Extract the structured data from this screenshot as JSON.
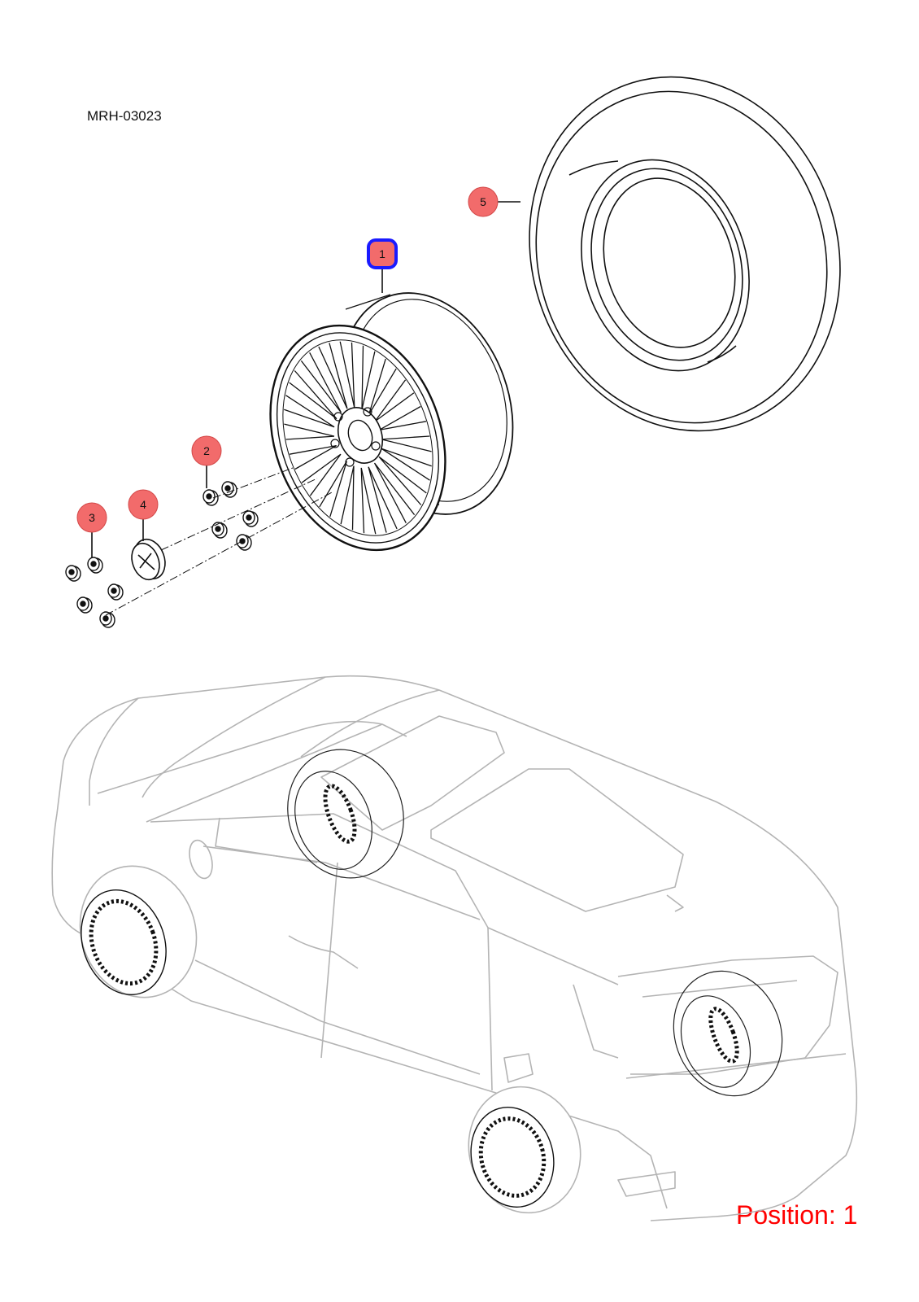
{
  "diagram": {
    "code": "MRH-03023",
    "position_label": "Position: 1"
  },
  "callouts": [
    {
      "number": "1",
      "selected": true
    },
    {
      "number": "2",
      "selected": false
    },
    {
      "number": "3",
      "selected": false
    },
    {
      "number": "4",
      "selected": false
    },
    {
      "number": "5",
      "selected": false
    }
  ],
  "colors": {
    "callout_fill": "#f26b6b",
    "callout_stroke": "#d34848",
    "selected_stroke": "#1a1aff",
    "position_text": "#ff0000",
    "line_art": "#111111",
    "vehicle_art": "#b4b4b4"
  }
}
